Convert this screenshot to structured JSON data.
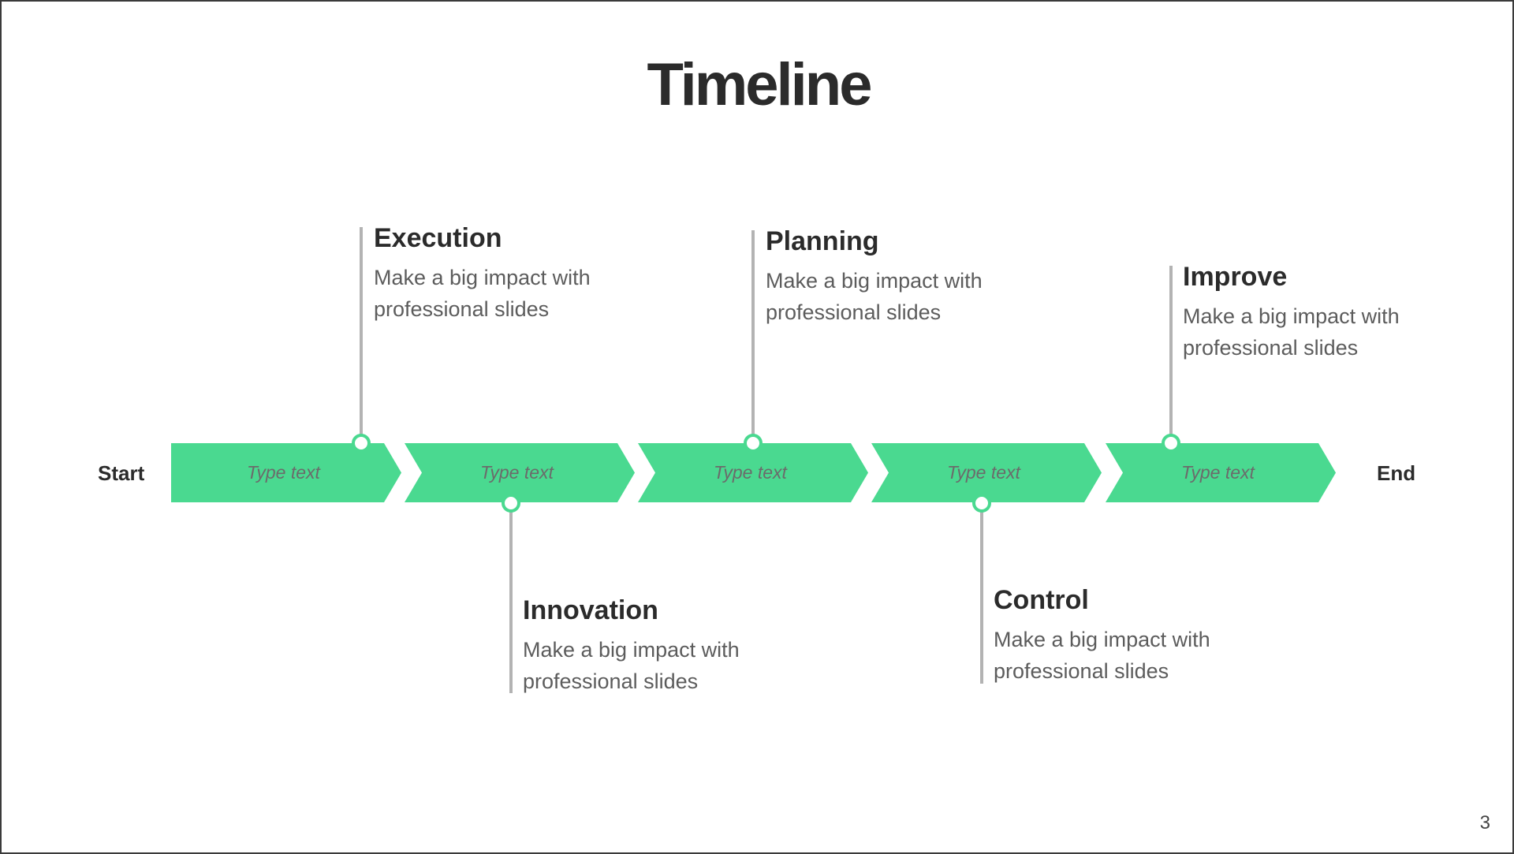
{
  "slide": {
    "title": "Timeline",
    "page_number": "3",
    "start_label": "Start",
    "end_label": "End",
    "accent_color": "#4ad990",
    "stem_color": "#b3b3b3",
    "arrows": [
      {
        "label": "Type text"
      },
      {
        "label": "Type text"
      },
      {
        "label": "Type text"
      },
      {
        "label": "Type text"
      },
      {
        "label": "Type text"
      }
    ],
    "events": [
      {
        "title": "Execution",
        "description": "Make a big impact with professional slides",
        "position": "above"
      },
      {
        "title": "Innovation",
        "description": "Make a big impact with professional slides",
        "position": "below"
      },
      {
        "title": "Planning",
        "description": "Make a big impact with professional slides",
        "position": "above"
      },
      {
        "title": "Control",
        "description": "Make a big impact with professional slides",
        "position": "below"
      },
      {
        "title": "Improve",
        "description": "Make a big impact with professional slides",
        "position": "above"
      }
    ]
  }
}
